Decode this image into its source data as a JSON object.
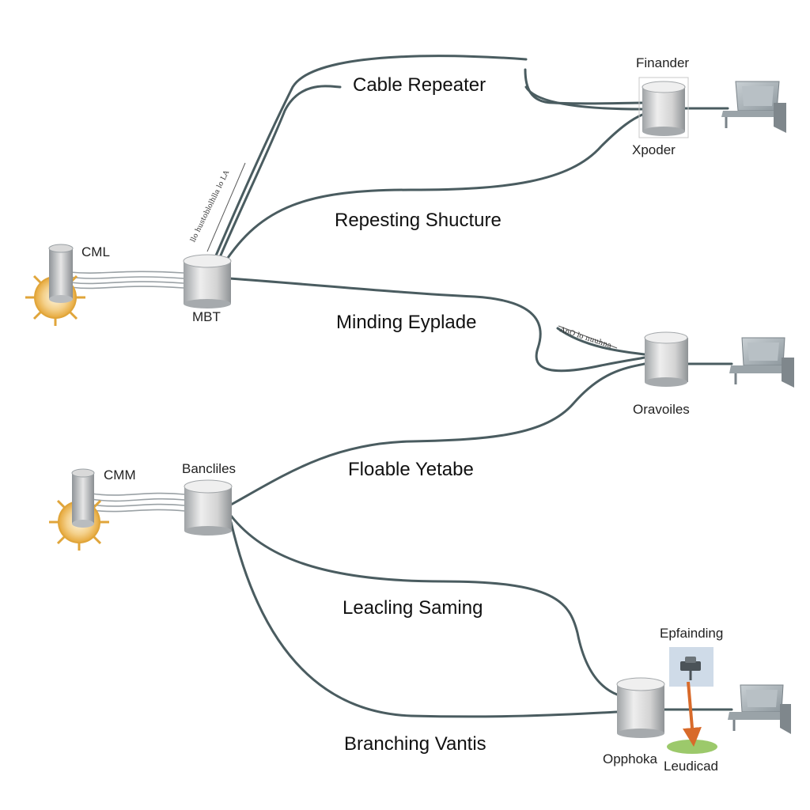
{
  "section_labels": {
    "cable_repeater": "Cable Repeater",
    "repesting_shucture": "Repesting Shucture",
    "minding_eyplade": "Minding Eyplade",
    "floable_yetabe": "Floable Yetabe",
    "leacling_saming": "Leacling Saming",
    "branching_vantis": "Branching Vantis"
  },
  "node_labels": {
    "cml": "CML",
    "mbt": "MBT",
    "finander": "Finander",
    "xpoder": "Xpoder",
    "oravoiles": "Oravoiles",
    "cmm": "CMM",
    "bancliles": "Bancliles",
    "epfainding": "Epfainding",
    "opphoka": "Opphoka",
    "leudicad": "Leudicad"
  },
  "annotations": {
    "upper_cable": "llo hustoblolhlla lo LA",
    "middle_cable": "AnO lo nuuhna"
  },
  "icons": {
    "cable_source": "cable-spool-icon",
    "sun_connector": "sun-connector-icon",
    "repeater_unit": "cylinder-repeater-icon",
    "terminal": "laptop-terminal-icon",
    "antenna": "antenna-device-icon",
    "ground_marker": "ground-patch-icon"
  },
  "colors": {
    "cable": "#4a5c60",
    "cylinder": "#cfcfcf",
    "sun": "#e5a43a",
    "arrow": "#d86a2a",
    "ground": "#9cc96b",
    "terminal": "#a6aeb3"
  }
}
